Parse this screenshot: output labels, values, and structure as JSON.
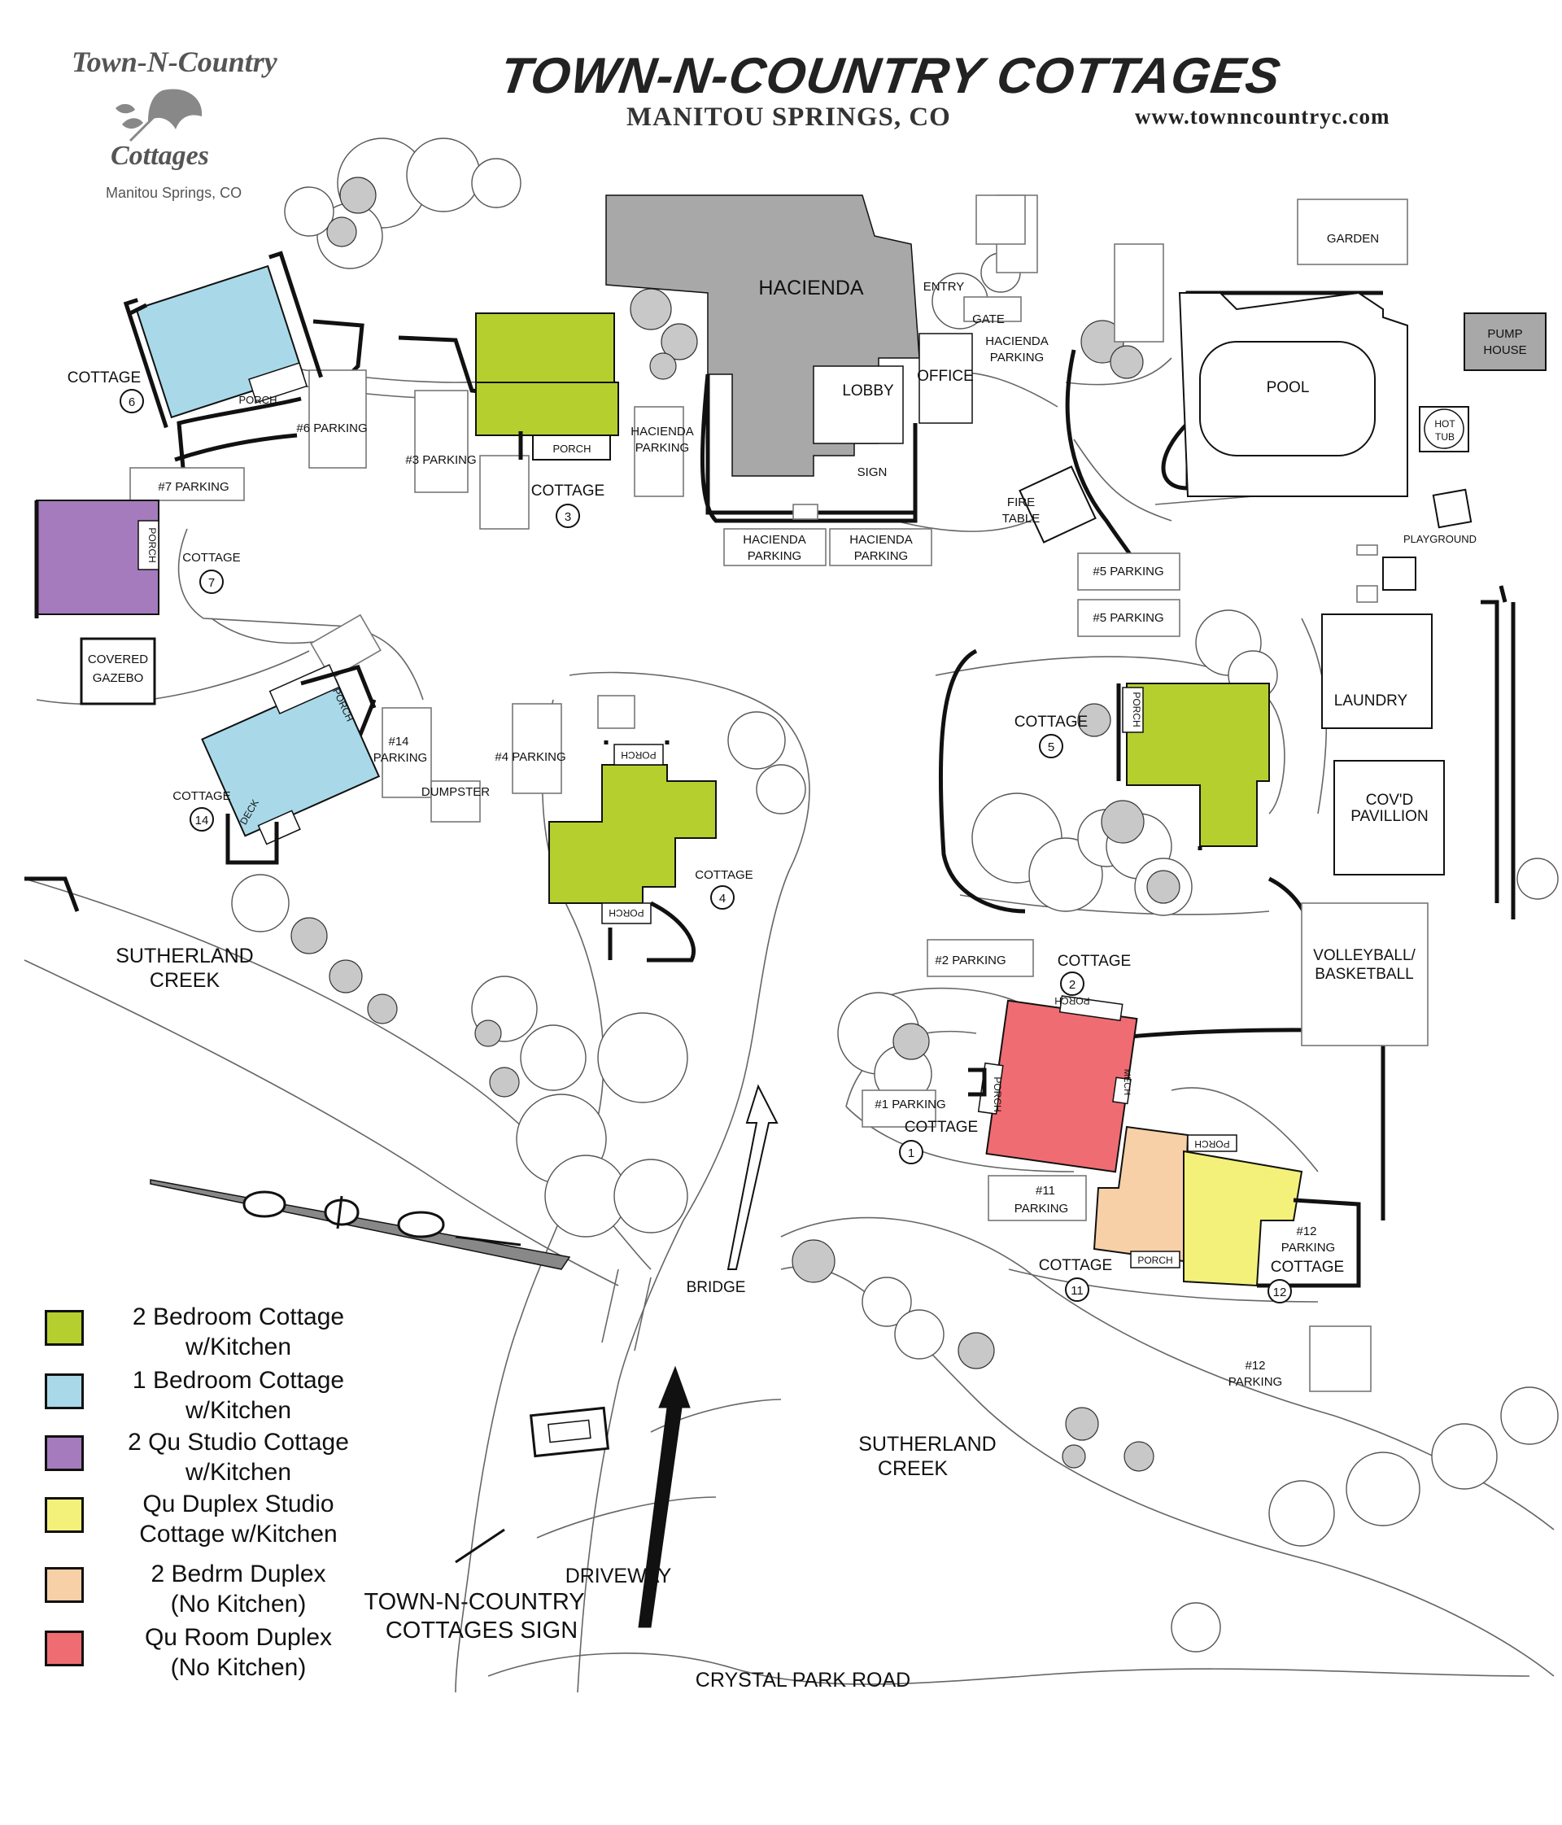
{
  "header": {
    "title": "TOWN-N-COUNTRY COTTAGES",
    "subtitle": "MANITOU SPRINGS, CO",
    "website": "www.townncountryc.com",
    "logo": {
      "line1": "Town-N-Country",
      "line2": "Cottages",
      "line3": "Manitou Springs, CO"
    }
  },
  "colors": {
    "two_bedroom": "#b5cf2e",
    "one_bedroom": "#a9d9e8",
    "studio": "#a57bbd",
    "duplex_studio": "#f3f17a",
    "duplex_2bdrm": "#f7d0a8",
    "room_duplex": "#ef6c73",
    "hacienda": "#a8a8a8"
  },
  "buildings": {
    "hacienda": "HACIENDA",
    "entry": "ENTRY",
    "gate": "GATE",
    "lobby": "LOBBY",
    "office": "OFFICE",
    "sign": "SIGN",
    "garden": "GARDEN",
    "pool": "POOL",
    "pump_house_1": "PUMP",
    "pump_house_2": "HOUSE",
    "hot_tub_1": "HOT",
    "hot_tub_2": "TUB",
    "playground": "PLAYGROUND",
    "fire_table_1": "FIRE",
    "fire_table_2": "TABLE",
    "laundry": "LAUNDRY",
    "pavillion_1": "COV'D",
    "pavillion_2": "PAVILLION",
    "volleyball_1": "VOLLEYBALL/",
    "volleyball_2": "BASKETBALL",
    "gazebo_1": "COVERED",
    "gazebo_2": "GAZEBO",
    "dumpster": "DUMPSTER"
  },
  "cottages": [
    {
      "label": "COTTAGE",
      "number": "6"
    },
    {
      "label": "COTTAGE",
      "number": "3"
    },
    {
      "label": "COTTAGE",
      "number": "7"
    },
    {
      "label": "COTTAGE",
      "number": "14"
    },
    {
      "label": "COTTAGE",
      "number": "4"
    },
    {
      "label": "COTTAGE",
      "number": "5"
    },
    {
      "label": "COTTAGE",
      "number": "2"
    },
    {
      "label": "COTTAGE",
      "number": "1"
    },
    {
      "label": "COTTAGE",
      "number": "11"
    },
    {
      "label": "COTTAGE",
      "number": "12"
    }
  ],
  "porch": "PORCH",
  "deck": "DECK",
  "mech": "MECH",
  "parking": {
    "p6": "#6 PARKING",
    "p3": "#3 PARKING",
    "p7": "#7 PARKING",
    "hacienda": "HACIENDA",
    "parking": "PARKING",
    "p14a": "#14",
    "p4": "#4 PARKING",
    "p5": "#5 PARKING",
    "p2": "#2 PARKING",
    "p1": "#1 PARKING",
    "p11": "#11",
    "p12": "#12"
  },
  "places": {
    "creek_1": "SUTHERLAND",
    "creek_2": "CREEK",
    "bridge": "BRIDGE",
    "driveway": "DRIVEWAY",
    "sign_1": "TOWN-N-COUNTRY",
    "sign_2": "COTTAGES SIGN",
    "road": "CRYSTAL PARK ROAD"
  },
  "legend": [
    {
      "line1": "2 Bedroom Cottage",
      "line2": "w/Kitchen",
      "color": "#b5cf2e"
    },
    {
      "line1": "1 Bedroom Cottage",
      "line2": "w/Kitchen",
      "color": "#a9d9e8"
    },
    {
      "line1": "2 Qu Studio Cottage",
      "line2": "w/Kitchen",
      "color": "#a57bbd"
    },
    {
      "line1": "Qu Duplex Studio",
      "line2": "Cottage w/Kitchen",
      "color": "#f3f17a"
    },
    {
      "line1": "2 Bedrm Duplex",
      "line2": "(No Kitchen)",
      "color": "#f7d0a8"
    },
    {
      "line1": "Qu Room Duplex",
      "line2": "(No Kitchen)",
      "color": "#ef6c73"
    }
  ]
}
